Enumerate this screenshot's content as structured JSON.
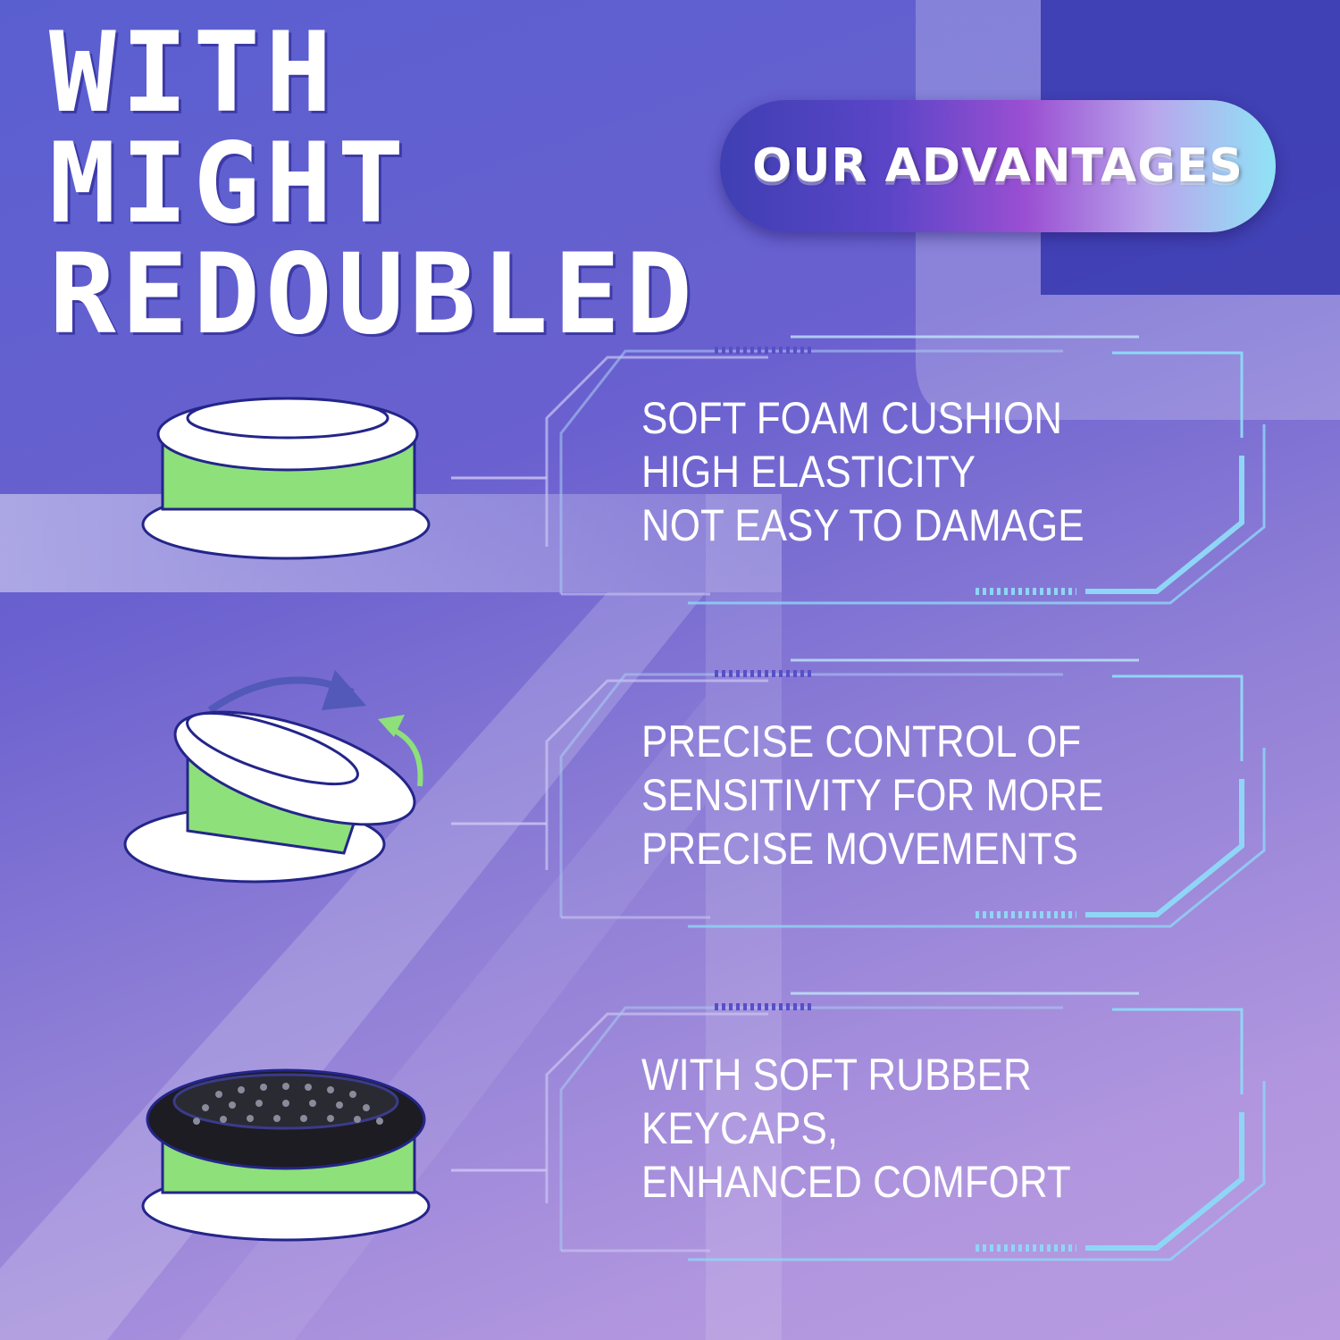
{
  "headline": {
    "lines": [
      "WITH",
      "MIGHT",
      "REDOUBLED"
    ]
  },
  "advantages_label": "OUR ADVANTAGES",
  "features": [
    {
      "icon": "thumbstick-foam-cap-icon",
      "lines": [
        "SOFT FOAM CUSHION",
        "HIGH ELASTICITY",
        "NOT EASY TO DAMAGE"
      ]
    },
    {
      "icon": "thumbstick-tilt-icon",
      "lines": [
        "PRECISE CONTROL OF",
        "SENSITIVITY FOR MORE",
        "PRECISE MOVEMENTS"
      ]
    },
    {
      "icon": "thumbstick-rubber-cap-icon",
      "lines": [
        "WITH SOFT RUBBER",
        "KEYCAPS,",
        "ENHANCED COMFORT"
      ]
    }
  ],
  "colors": {
    "accent_green": "#8de07a",
    "outline_navy": "#24258a",
    "frame_cyan": "#8fd6f6",
    "cap_black": "#1c1c22"
  }
}
